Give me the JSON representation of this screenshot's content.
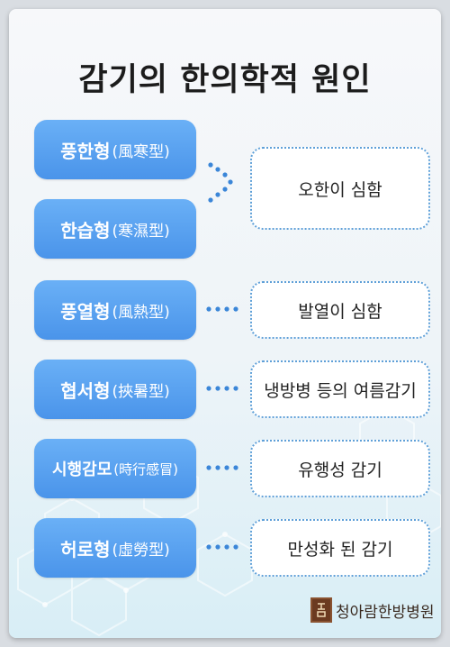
{
  "title": "감기의 한의학적 원인",
  "types": [
    {
      "name": "풍한형",
      "hanja": "(風寒型)"
    },
    {
      "name": "한습형",
      "hanja": "(寒濕型)"
    },
    {
      "name": "풍열형",
      "hanja": "(風熱型)"
    },
    {
      "name": "협서형",
      "hanja": "(挾暑型)"
    },
    {
      "name": "시행감모",
      "hanja": "(時行感冒)"
    },
    {
      "name": "허로형",
      "hanja": "(虛勞型)"
    }
  ],
  "descriptions": [
    "오한이 심함",
    "발열이 심함",
    "냉방병 등의 여름감기",
    "유행성 감기",
    "만성화 된 감기"
  ],
  "logo": {
    "text": "청아람한방병원"
  },
  "colors": {
    "button": "#5aa2f0",
    "dots": "#3b86d8",
    "border": "#5fa0d8"
  }
}
